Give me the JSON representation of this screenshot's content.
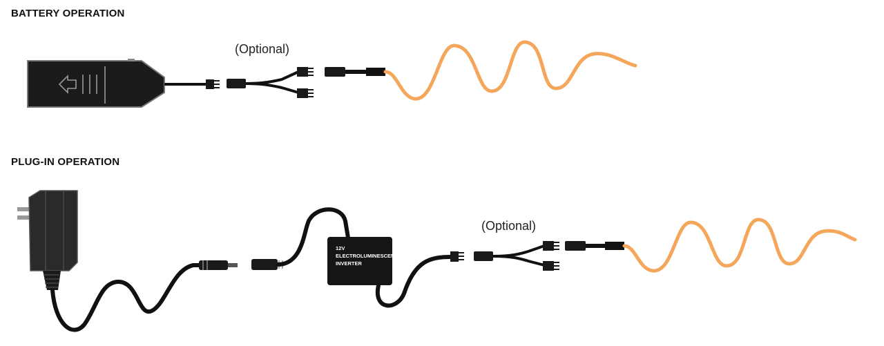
{
  "sections": {
    "battery": {
      "title": "BATTERY OPERATION",
      "optional_label": "(Optional)"
    },
    "plugin": {
      "title": "PLUG-IN OPERATION",
      "optional_label": "(Optional)",
      "inverter_label": [
        "12V",
        "ELECTROLUMINESCENT",
        "INVERTER"
      ]
    }
  },
  "colors": {
    "wire": "#f4a65a",
    "device": "#1a1a1a",
    "cable": "#111111"
  },
  "icons": [
    "battery-pack-icon",
    "arrow-left-icon",
    "y-splitter-icon",
    "connector-icon",
    "el-wire-icon",
    "wall-adapter-icon",
    "barrel-plug-icon",
    "inverter-box-icon"
  ]
}
